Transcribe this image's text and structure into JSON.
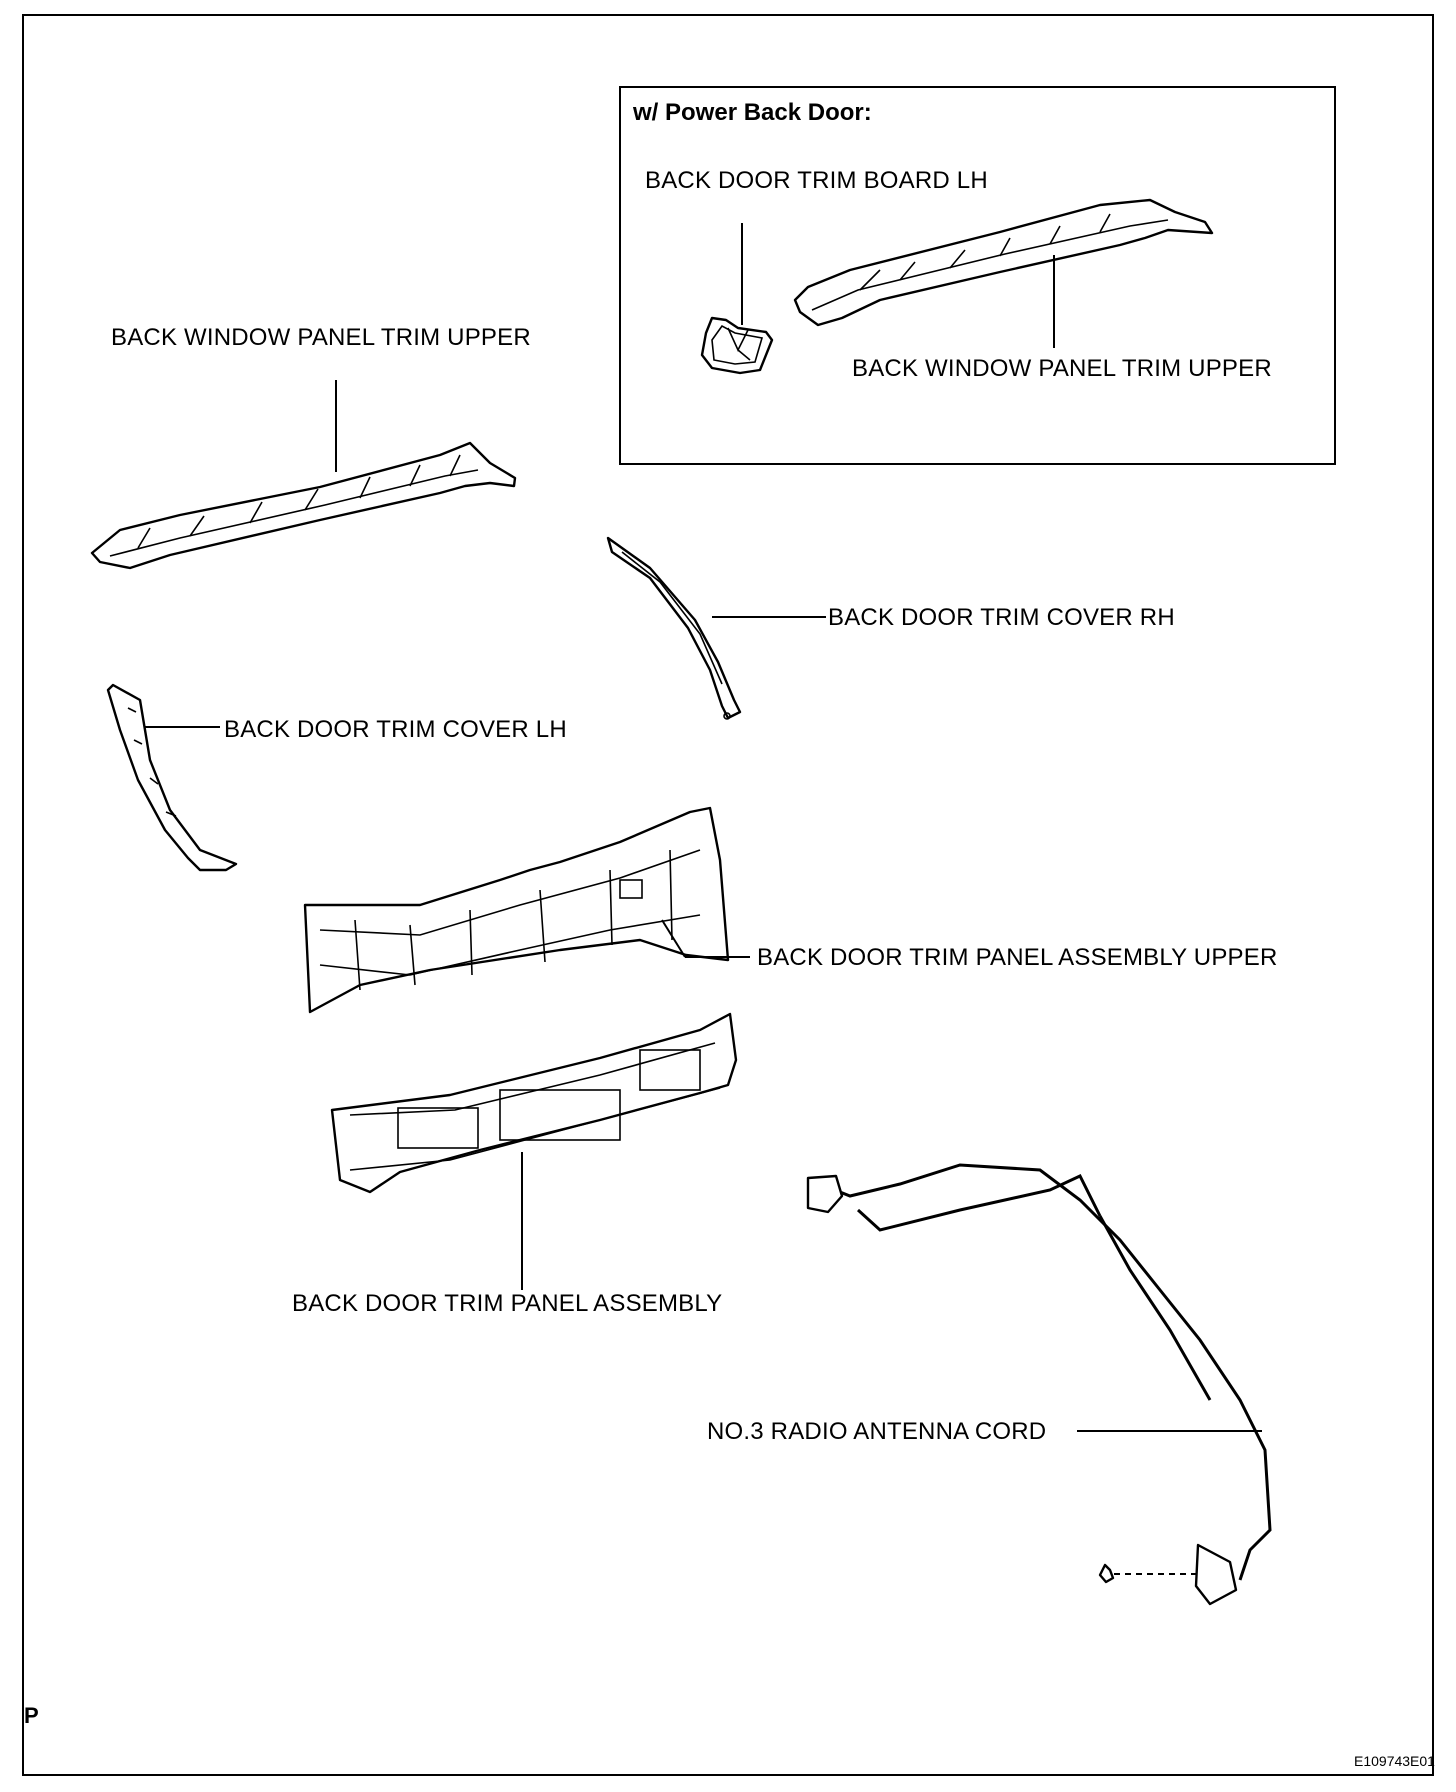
{
  "inset": {
    "title": "w/ Power Back Door:",
    "board_lh_label": "BACK DOOR TRIM BOARD LH",
    "window_trim_label": "BACK WINDOW PANEL TRIM UPPER"
  },
  "labels": {
    "back_window_panel_trim_upper": "BACK WINDOW PANEL TRIM UPPER",
    "back_door_trim_cover_rh": "BACK DOOR TRIM COVER RH",
    "back_door_trim_cover_lh": "BACK DOOR TRIM COVER LH",
    "back_door_trim_panel_assembly_upper": "BACK DOOR TRIM PANEL ASSEMBLY UPPER",
    "back_door_trim_panel_assembly": "BACK DOOR TRIM PANEL ASSEMBLY",
    "no3_radio_antenna_cord": "NO.3 RADIO ANTENNA CORD"
  },
  "corner_mark": "P",
  "figure_code": "E109743E01"
}
